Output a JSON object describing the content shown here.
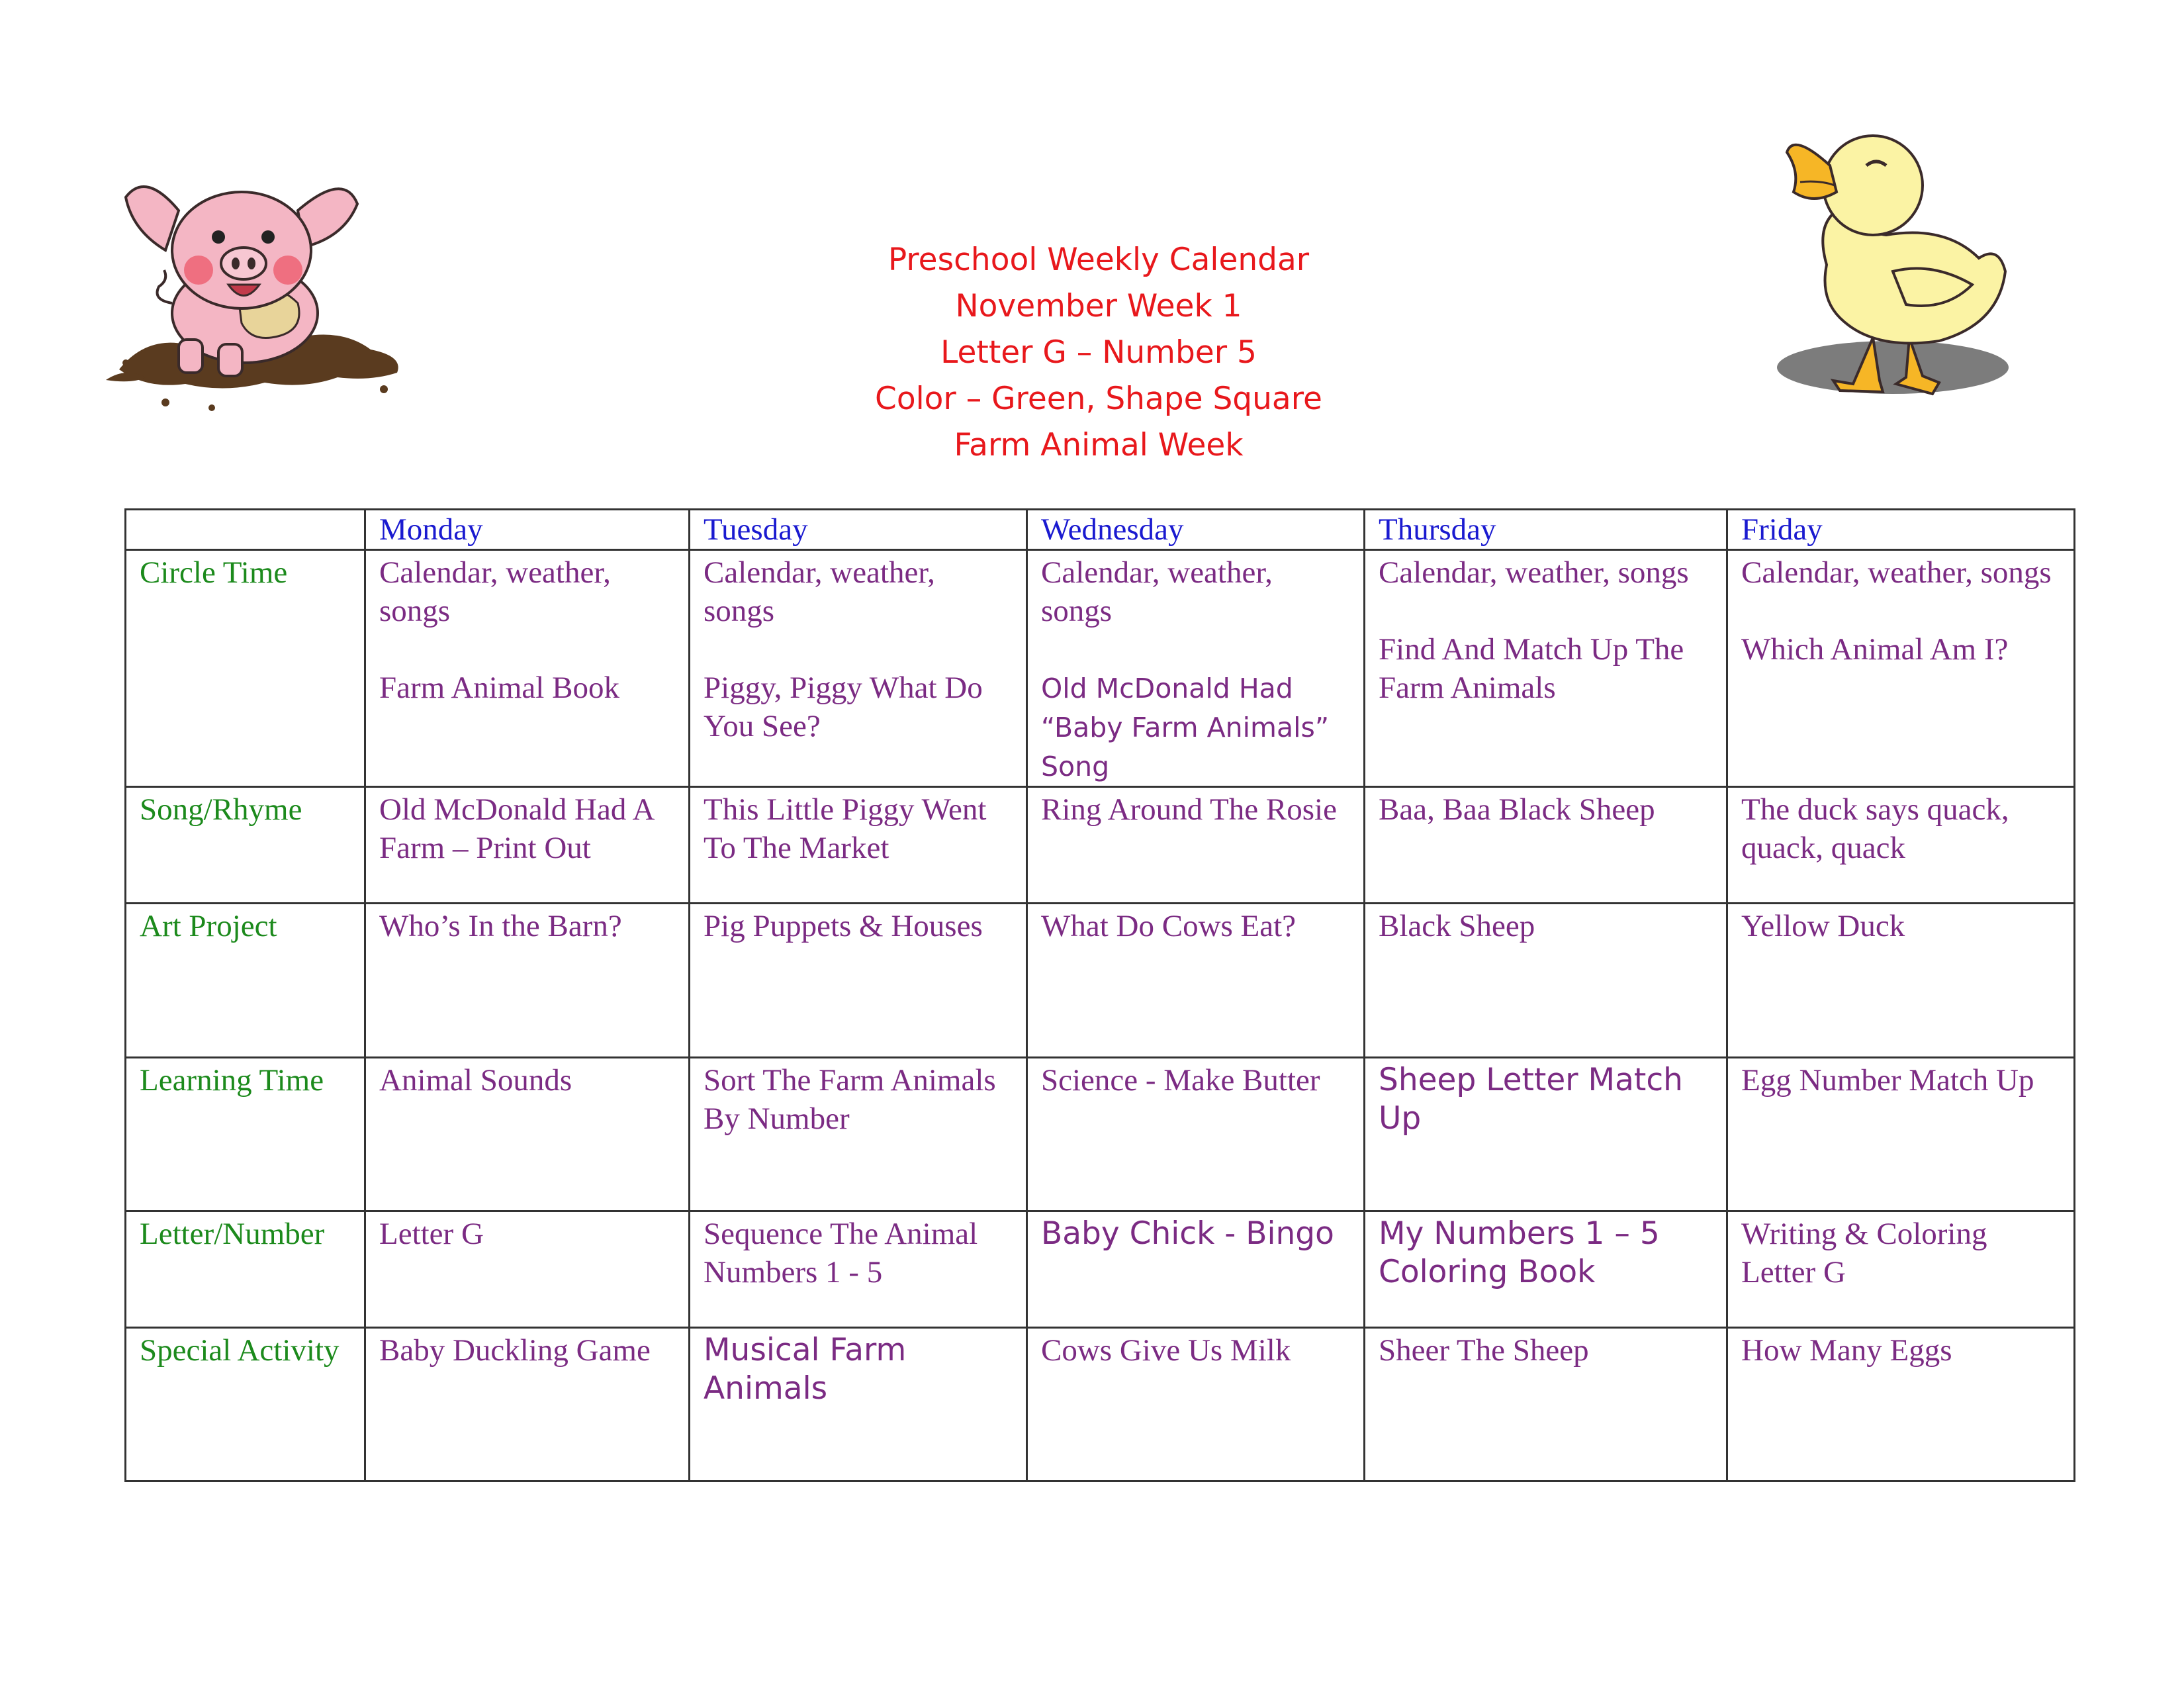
{
  "title_lines": [
    "Preschool Weekly Calendar",
    "November Week 1",
    "Letter G – Number 5",
    "Color – Green, Shape Square",
    "Farm Animal Week"
  ],
  "images": {
    "left": "pig-in-mud-icon",
    "right": "yellow-duck-icon"
  },
  "colors": {
    "title": "#e8181c",
    "day_header": "#1a1ad0",
    "row_header": "#1c8a1c",
    "cell_text": "#7b2b83"
  },
  "days": [
    "Monday",
    "Tuesday",
    "Wednesday",
    "Thursday",
    "Friday"
  ],
  "rows": [
    {
      "label": "Circle Time",
      "cells": [
        {
          "line1": "Calendar, weather, songs",
          "line2": "Farm Animal Book"
        },
        {
          "line1": "Calendar, weather, songs",
          "line2": "Piggy, Piggy What Do You See?"
        },
        {
          "line1": "Calendar, weather, songs",
          "line2": "Old McDonald Had “Baby Farm Animals” Song"
        },
        {
          "line1": "Calendar, weather, songs",
          "line2": "Find And Match Up The Farm Animals"
        },
        {
          "line1": "Calendar, weather, songs",
          "line2": "Which Animal Am I?"
        }
      ]
    },
    {
      "label": "Song/Rhyme",
      "cells": [
        "Old McDonald Had A Farm – Print Out",
        "This Little Piggy Went To The Market",
        "Ring Around The Rosie",
        "Baa, Baa Black Sheep",
        "The duck says quack, quack, quack"
      ]
    },
    {
      "label": "Art Project",
      "cells": [
        "Who’s In the Barn?",
        "Pig Puppets & Houses",
        "What Do Cows Eat?",
        "Black Sheep",
        "Yellow Duck"
      ]
    },
    {
      "label": "Learning Time",
      "cells": [
        "Animal Sounds",
        "Sort The Farm Animals By Number",
        "Science - Make Butter",
        "Sheep Letter Match Up",
        "Egg Number Match Up"
      ]
    },
    {
      "label": "Letter/Number",
      "cells": [
        "Letter G",
        "Sequence  The Animal Numbers 1 - 5",
        "Baby Chick - Bingo",
        "My Numbers 1 – 5 Coloring Book",
        "Writing & Coloring Letter G"
      ]
    },
    {
      "label": "Special Activity",
      "cells": [
        "Baby Duckling Game",
        "Musical Farm Animals",
        "Cows Give Us Milk",
        "Sheer The Sheep",
        "How Many Eggs"
      ]
    }
  ]
}
